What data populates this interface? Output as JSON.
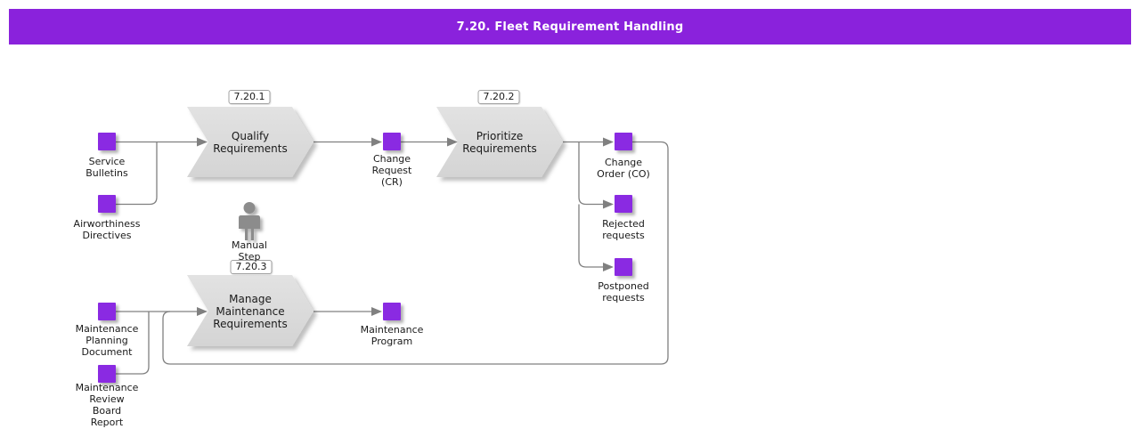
{
  "title": "7.20. Fleet Requirement Handling",
  "colors": {
    "header_bg": "#8A22DC",
    "header_text": "#FFFFFF",
    "artifact_fill": "#8A2BE2",
    "step_fill": "#DCDCDC",
    "connector": "#808080",
    "label_text": "#1A1A1A",
    "badge_border": "#A0A0A0",
    "manual_icon": "#8C8C8C"
  },
  "steps": [
    {
      "badge": "7.20.1",
      "label": "Qualify\nRequirements"
    },
    {
      "badge": "7.20.2",
      "label": "Prioritize\nRequirements"
    },
    {
      "badge": "7.20.3",
      "label": "Manage\nMaintenance\nRequirements"
    }
  ],
  "manual_step": {
    "label": "Manual\nStep"
  },
  "artifacts": [
    {
      "label": "Service\nBulletins"
    },
    {
      "label": "Airworthiness\nDirectives"
    },
    {
      "label": "Change\nRequest\n(CR)"
    },
    {
      "label": "Change\nOrder (CO)"
    },
    {
      "label": "Rejected\nrequests"
    },
    {
      "label": "Postponed\nrequests"
    },
    {
      "label": "Maintenance\nPlanning\nDocument"
    },
    {
      "label": "Maintenance\nReview\nBoard\nReport"
    },
    {
      "label": "Maintenance\nProgram"
    }
  ],
  "connections": [
    {
      "from": "Service Bulletins",
      "to": "Qualify Requirements"
    },
    {
      "from": "Airworthiness Directives",
      "to": "Qualify Requirements"
    },
    {
      "from": "Qualify Requirements",
      "to": "Change Request (CR)"
    },
    {
      "from": "Change Request (CR)",
      "to": "Prioritize Requirements"
    },
    {
      "from": "Prioritize Requirements",
      "to": "Change Order (CO)"
    },
    {
      "from": "Prioritize Requirements",
      "to": "Rejected requests"
    },
    {
      "from": "Prioritize Requirements",
      "to": "Postponed requests"
    },
    {
      "from": "Change Order (CO)",
      "to": "Manage Maintenance Requirements"
    },
    {
      "from": "Maintenance Planning Document",
      "to": "Manage Maintenance Requirements"
    },
    {
      "from": "Maintenance Review Board Report",
      "to": "Manage Maintenance Requirements"
    },
    {
      "from": "Manage Maintenance Requirements",
      "to": "Maintenance Program"
    }
  ]
}
